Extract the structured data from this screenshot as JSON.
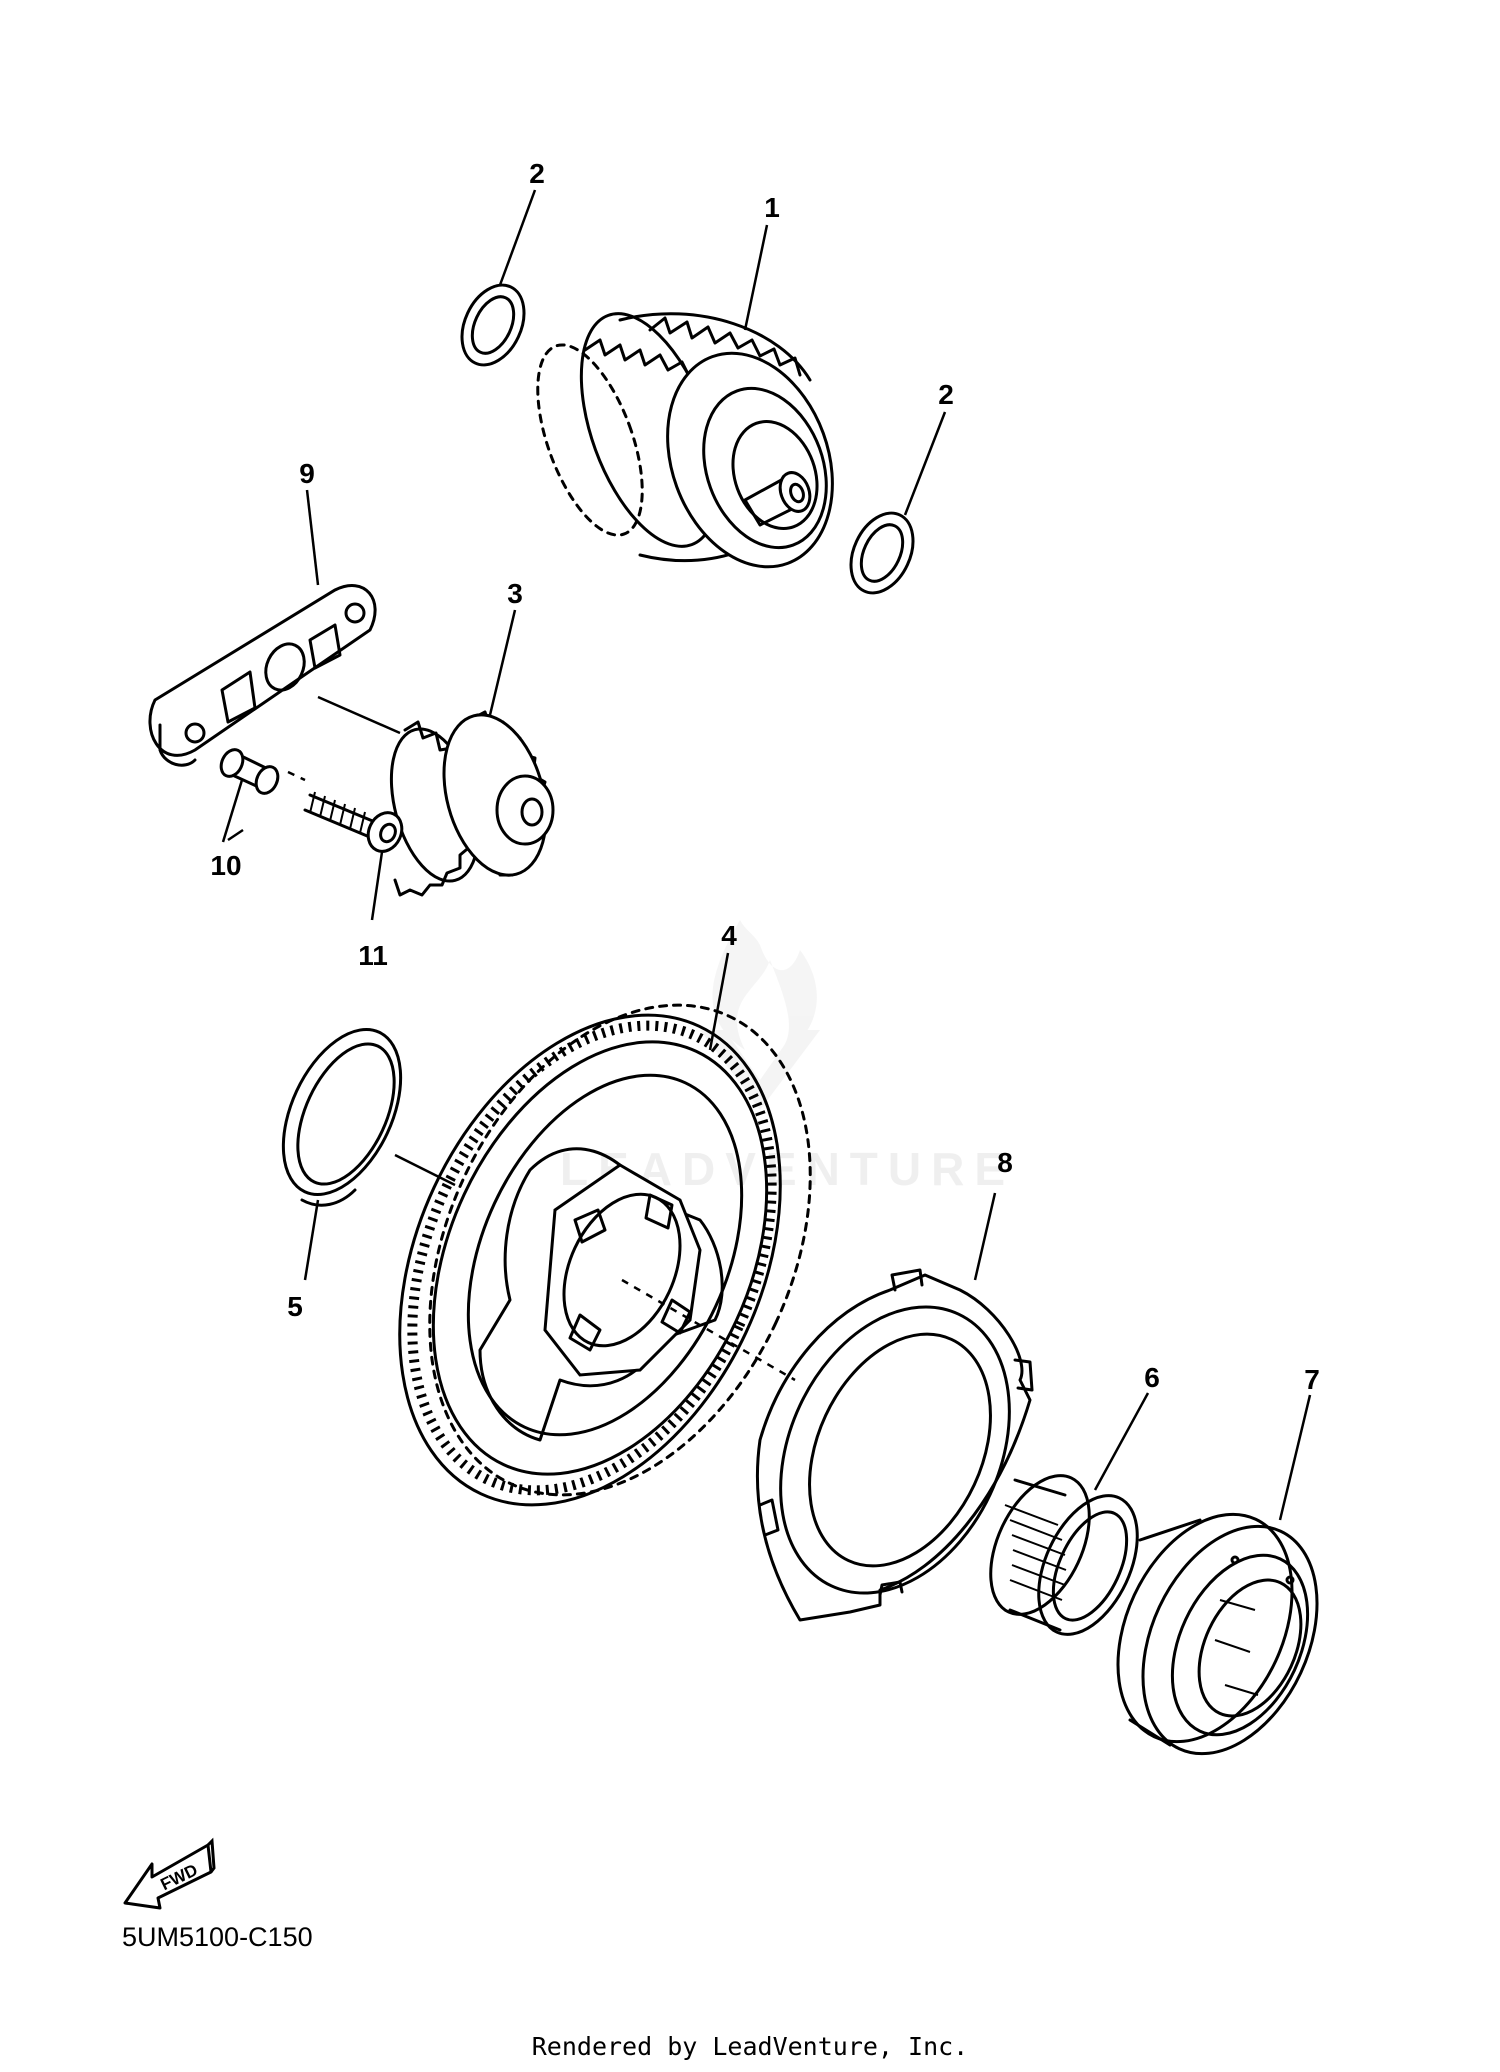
{
  "diagram": {
    "callouts": [
      "1",
      "2",
      "2",
      "3",
      "4",
      "5",
      "6",
      "7",
      "8",
      "9",
      "10",
      "11"
    ],
    "fwd_label": "FWD",
    "diagram_code": "5UM5100-C150",
    "footer": "Rendered by LeadVenture, Inc.",
    "watermark": "LEADVENTURE"
  }
}
